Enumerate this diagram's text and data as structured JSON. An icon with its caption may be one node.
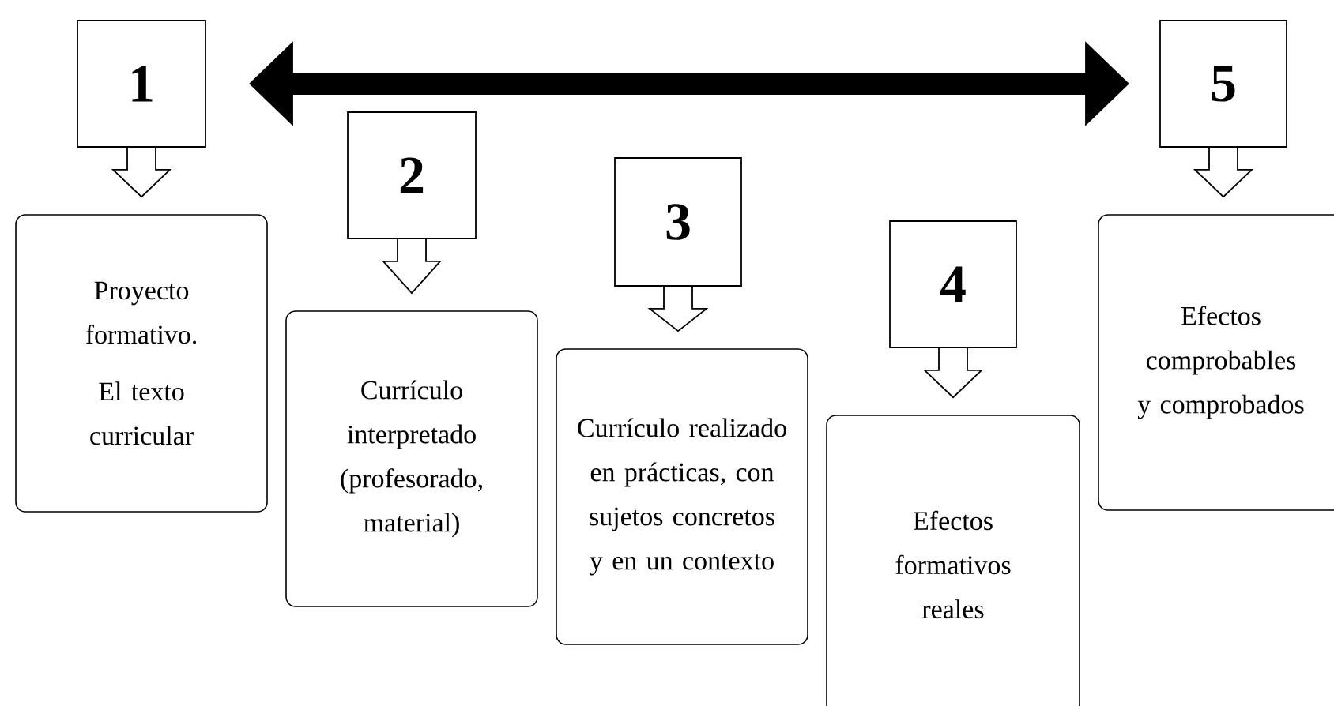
{
  "diagram": {
    "nodes": [
      {
        "text": [
          "1"
        ]
      },
      {
        "text": [
          "Proyecto formativo.",
          "El texto curricular"
        ]
      },
      {
        "text": [
          "2"
        ]
      },
      {
        "text": [
          "Currículo interpretado (profesorado, material)"
        ]
      },
      {
        "text": [
          "3"
        ]
      },
      {
        "text": [
          "Currículo realizado en prácticas, con sujetos concretos y en un contexto"
        ]
      },
      {
        "text": [
          "4"
        ]
      },
      {
        "text": [
          "Efectos formativos reales"
        ]
      },
      {
        "text": [
          "5"
        ]
      },
      {
        "text": [
          "Efectos comprobables y comprobados"
        ]
      }
    ],
    "edges": [
      {
        "from": 0,
        "to": 8,
        "arrow": "both"
      },
      {
        "from": 0,
        "to": 1,
        "arrow": "to"
      },
      {
        "from": 2,
        "to": 3,
        "arrow": "to"
      },
      {
        "from": 4,
        "to": 5,
        "arrow": "to"
      },
      {
        "from": 6,
        "to": 7,
        "arrow": "to"
      },
      {
        "from": 8,
        "to": 9,
        "arrow": "to"
      }
    ]
  }
}
